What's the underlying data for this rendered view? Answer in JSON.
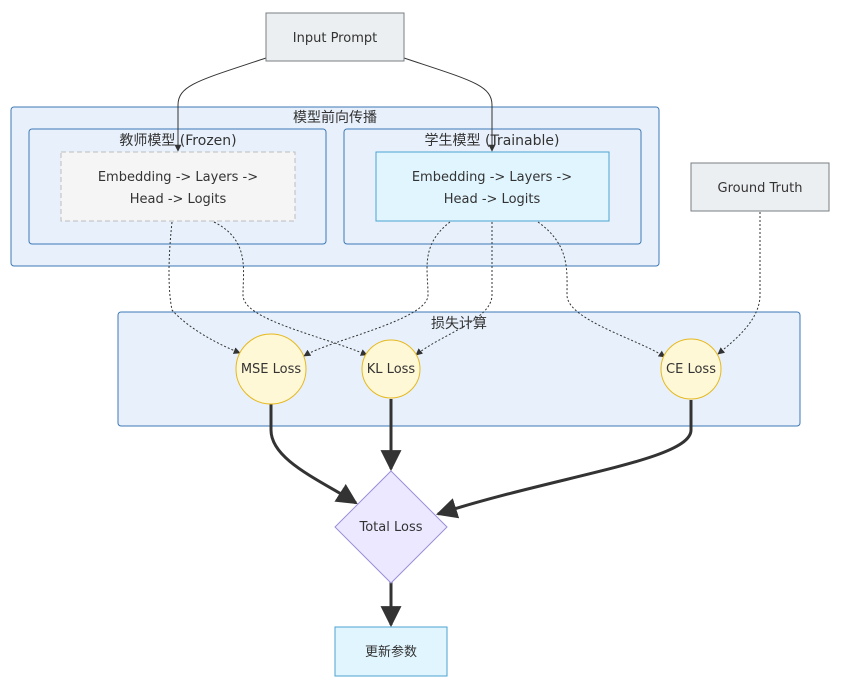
{
  "nodes": {
    "input_prompt": "Input Prompt",
    "ground_truth": "Ground Truth",
    "teacher_line1": "Embedding -> Layers ->",
    "teacher_line2": "Head -> Logits",
    "student_line1": "Embedding -> Layers ->",
    "student_line2": "Head -> Logits",
    "mse_loss": "MSE Loss",
    "kl_loss": "KL Loss",
    "ce_loss": "CE Loss",
    "total_loss": "Total Loss",
    "update_params": "更新参数"
  },
  "subgraphs": {
    "forward": "模型前向传播",
    "teacher": "教师模型 (Frozen)",
    "student": "学生模型 (Trainable)",
    "loss": "损失计算"
  },
  "colors": {
    "subgraph_fill": "#e8f1fb",
    "subgraph_stroke": "#3c78b4",
    "input_fill": "#eceff1",
    "input_stroke": "#7a7f84",
    "teacher_fill": "#f5f5f5",
    "teacher_stroke": "#bdbdbd",
    "student_fill": "#e1f5fe",
    "student_stroke": "#4aa3d1",
    "loss_fill": "#fff8d6",
    "loss_stroke": "#e6b820",
    "total_fill": "#ece8ff",
    "total_stroke": "#9b8fd8",
    "update_fill": "#e1f5fe",
    "update_stroke": "#4aa3d1",
    "edge": "#333333"
  }
}
